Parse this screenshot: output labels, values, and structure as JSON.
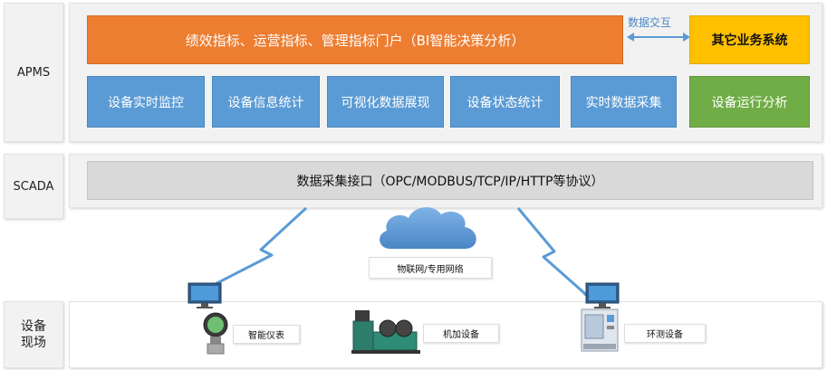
{
  "layers": {
    "apms": "APMS",
    "scada": "SCADA",
    "field": "设备\n现场"
  },
  "portal": {
    "label": "绩效指标、运营指标、管理指标门户（BI智能决策分析）"
  },
  "exchange": {
    "label": "数据交互"
  },
  "other_system": {
    "label": "其它业务系统"
  },
  "modules": [
    "设备实时监控",
    "设备信息统计",
    "可视化数据展现",
    "设备状态统计",
    "实时数据采集",
    "设备运行分析"
  ],
  "scada_bar": {
    "label": "数据采集接口（OPC/MODBUS/TCP/IP/HTTP等协议）"
  },
  "network": {
    "label": "物联网/专用网络"
  },
  "devices": {
    "smart_meter": "智能仪表",
    "machining": "机加设备",
    "env_test": "环测设备"
  },
  "colors": {
    "blue": "#5b9bd5",
    "orange": "#ed7d31",
    "yellow": "#ffc000",
    "green": "#70ad47",
    "gray": "#d9d9d9",
    "lightning": "#5b9bd5",
    "cloud": "#5b9bd5"
  }
}
